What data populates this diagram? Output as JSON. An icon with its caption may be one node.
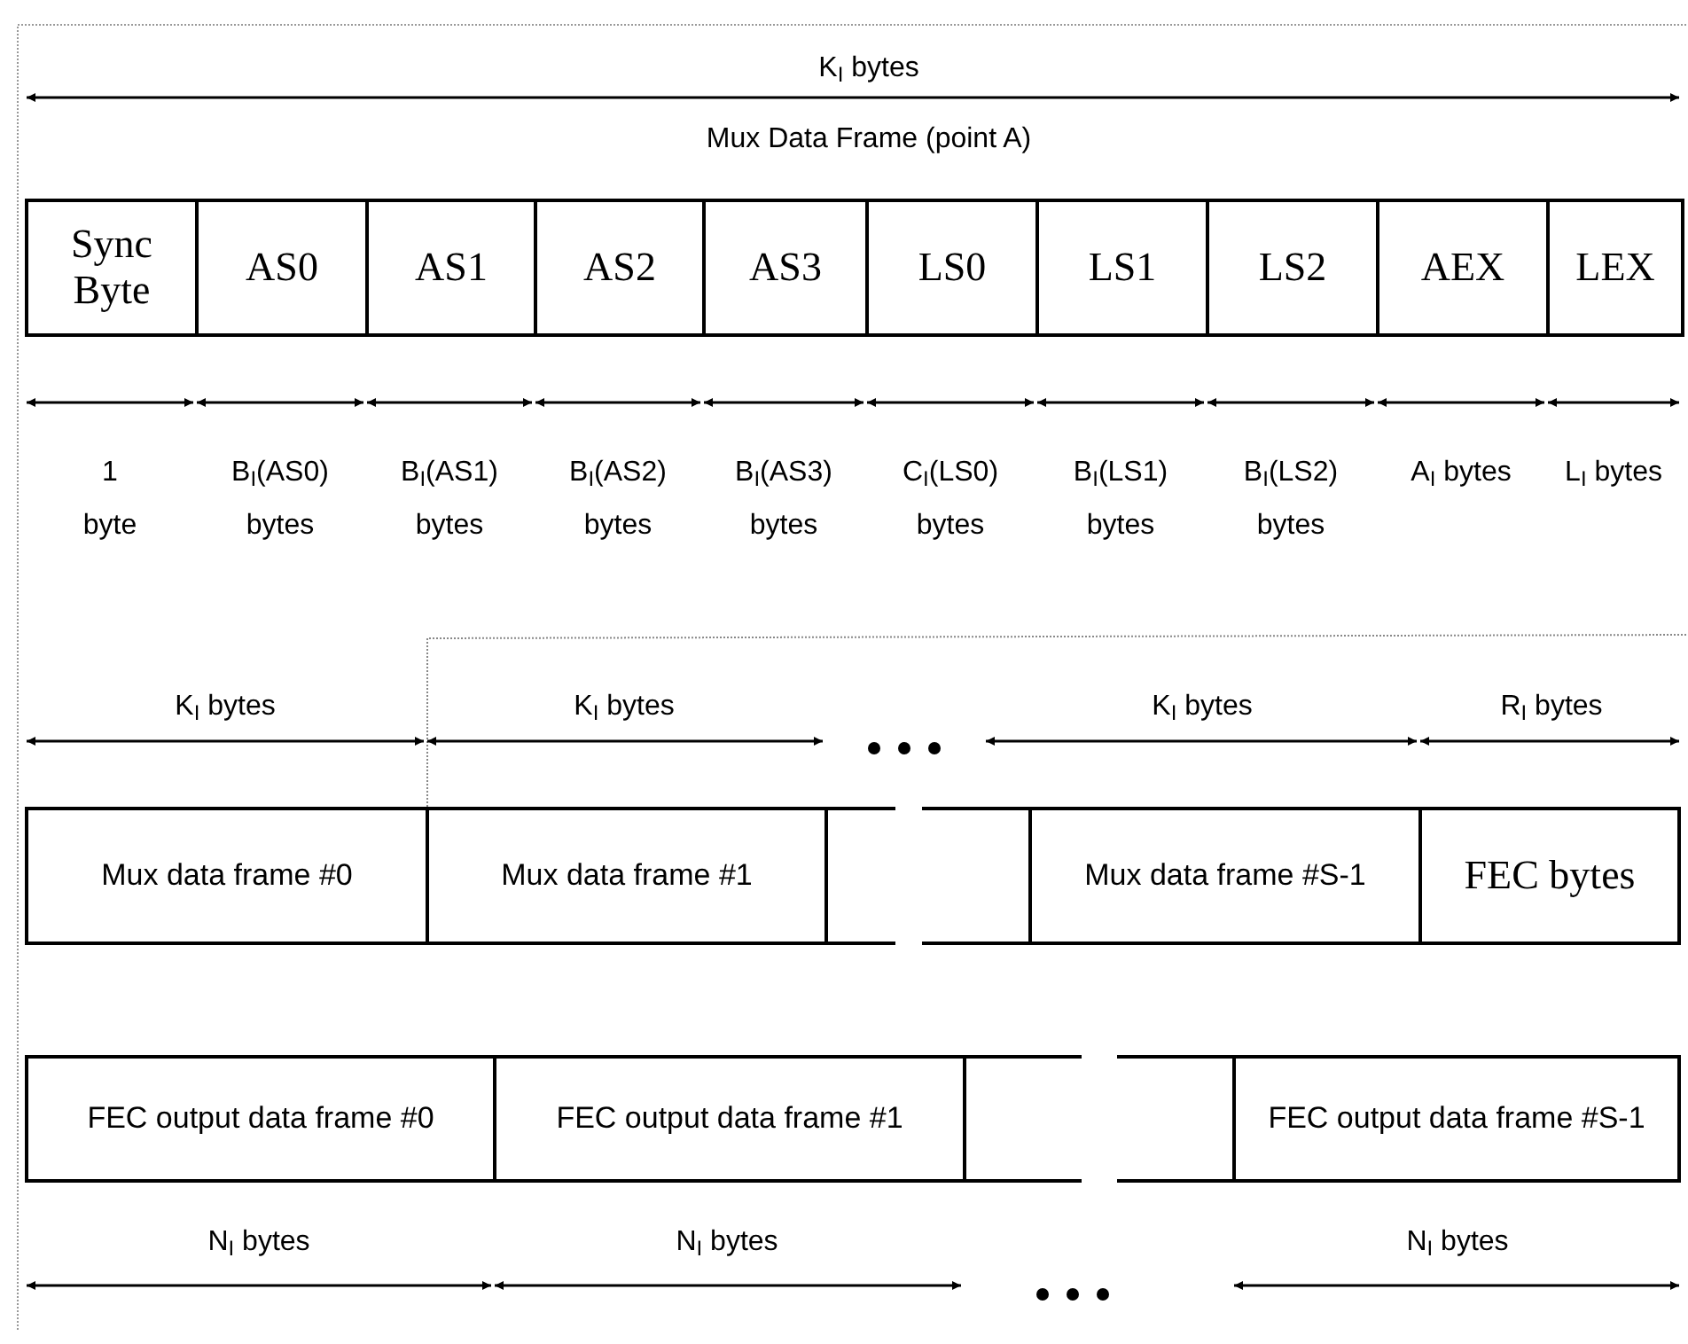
{
  "diagram": {
    "nodes": [
      {
        "text": [
          "Sync Byte"
        ]
      },
      {
        "text": [
          "AS0"
        ]
      },
      {
        "text": [
          "AS1"
        ]
      },
      {
        "text": [
          "AS2"
        ]
      },
      {
        "text": [
          "AS3"
        ]
      },
      {
        "text": [
          "LS0"
        ]
      },
      {
        "text": [
          "LS1"
        ]
      },
      {
        "text": [
          "LS2"
        ]
      },
      {
        "text": [
          "AEX"
        ]
      },
      {
        "text": [
          "LEX"
        ]
      },
      {
        "text": [
          "Mux data frame #0"
        ]
      },
      {
        "text": [
          "Mux data frame #1"
        ]
      },
      {
        "text": [],
        "shape": "box"
      },
      {
        "text": [],
        "shape": "box"
      },
      {
        "text": [
          "Mux data frame #S-1"
        ]
      },
      {
        "text": [
          "FEC bytes"
        ]
      },
      {
        "text": [
          "FEC output data frame #0"
        ]
      },
      {
        "text": [
          "FEC output data frame #1"
        ]
      },
      {
        "text": [],
        "shape": "box"
      },
      {
        "text": [],
        "shape": "box"
      },
      {
        "text": [
          "FEC output data frame #S-1"
        ]
      }
    ],
    "labels": [
      "K$_{I}$ bytes",
      "Mux Data Frame (point A)",
      "1 byte",
      "B$_{I}$(AS0) bytes",
      "B$_{I}$(AS1) bytes",
      "B$_{I}$(AS2) bytes",
      "B$_{I}$(AS3) bytes",
      "C$_{I}$(LS0) bytes",
      "B$_{I}$(LS1) bytes",
      "B$_{I}$(LS2) bytes",
      "A$_{I}$ bytes",
      "L$_{I}$ bytes",
      "K$_{I}$ bytes",
      "K$_{I}$ bytes",
      "K$_{I}$ bytes",
      "R$_{I}$ bytes",
      "N$_{I}$ bytes",
      "N$_{I}$ bytes",
      "N$_{I}$ bytes"
    ]
  }
}
